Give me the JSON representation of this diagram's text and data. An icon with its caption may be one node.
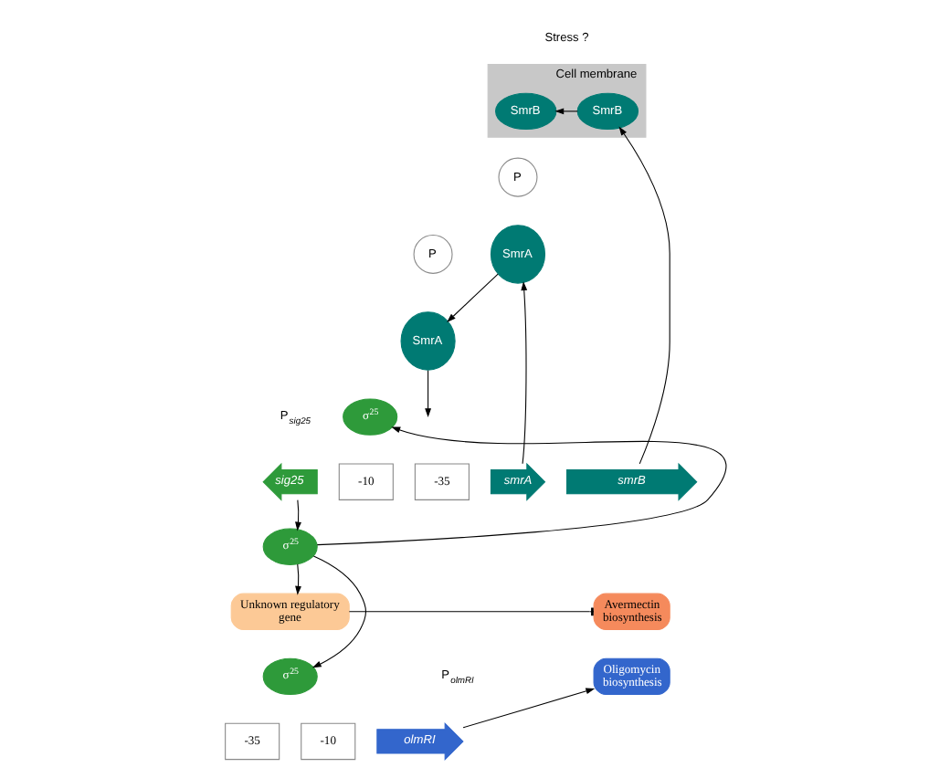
{
  "diagram": {
    "nodes": [
      {
        "text": [
          "Cell membrane"
        ]
      },
      {
        "text": [
          "SmrB"
        ],
        "in": 0
      },
      {
        "text": [
          "P"
        ]
      },
      {
        "text": [
          "SmrB"
        ],
        "in": 0
      },
      {
        "text": [
          "Stress ?"
        ]
      },
      {
        "text": [
          "P"
        ]
      },
      {
        "text": [
          "SmrA"
        ]
      },
      {
        "text": [
          "SmrA"
        ]
      },
      {
        "text": [
          "sig25"
        ]
      },
      {
        "text": [
          "-10"
        ]
      },
      {
        "text": [
          "-35"
        ]
      },
      {
        "text": [
          "σ$^{25}$"
        ]
      },
      {
        "text": [
          "smrA"
        ]
      },
      {
        "text": [
          "smrB"
        ]
      },
      {
        "text": [
          "σ$^{25}$"
        ]
      },
      {
        "text": [
          "Unknown regulatory gene"
        ]
      },
      {
        "text": [
          "Avermectin biosynthesis"
        ]
      },
      {
        "text": [
          "Oligomycin biosynthesis"
        ]
      },
      {
        "text": [
          "σ$^{25}$"
        ]
      },
      {
        "text": [
          "-35"
        ]
      },
      {
        "text": [
          "-10"
        ]
      },
      {
        "text": [
          "olmRI"
        ]
      }
    ],
    "edges": [
      {
        "from": 3,
        "to": 1,
        "arrow": "to"
      },
      {
        "from": 7,
        "to": 6,
        "arrow": "to"
      },
      {
        "from": 6,
        "to": null,
        "arrow": "to"
      },
      {
        "from": 12,
        "to": 7,
        "arrow": "to"
      },
      {
        "from": 13,
        "to": 3,
        "arrow": "to"
      },
      {
        "from": 8,
        "to": 14,
        "arrow": "to"
      },
      {
        "from": 14,
        "to": 11,
        "arrow": "to"
      },
      {
        "from": 14,
        "to": 15,
        "arrow": "to"
      },
      {
        "from": 15,
        "to": 16,
        "arrow": "other"
      },
      {
        "from": 14,
        "to": 18,
        "arrow": "to"
      },
      {
        "from": 21,
        "to": 17,
        "arrow": "to"
      }
    ],
    "labels": [
      "P$_{sig25}$",
      "P$_{olmRI}$"
    ]
  }
}
